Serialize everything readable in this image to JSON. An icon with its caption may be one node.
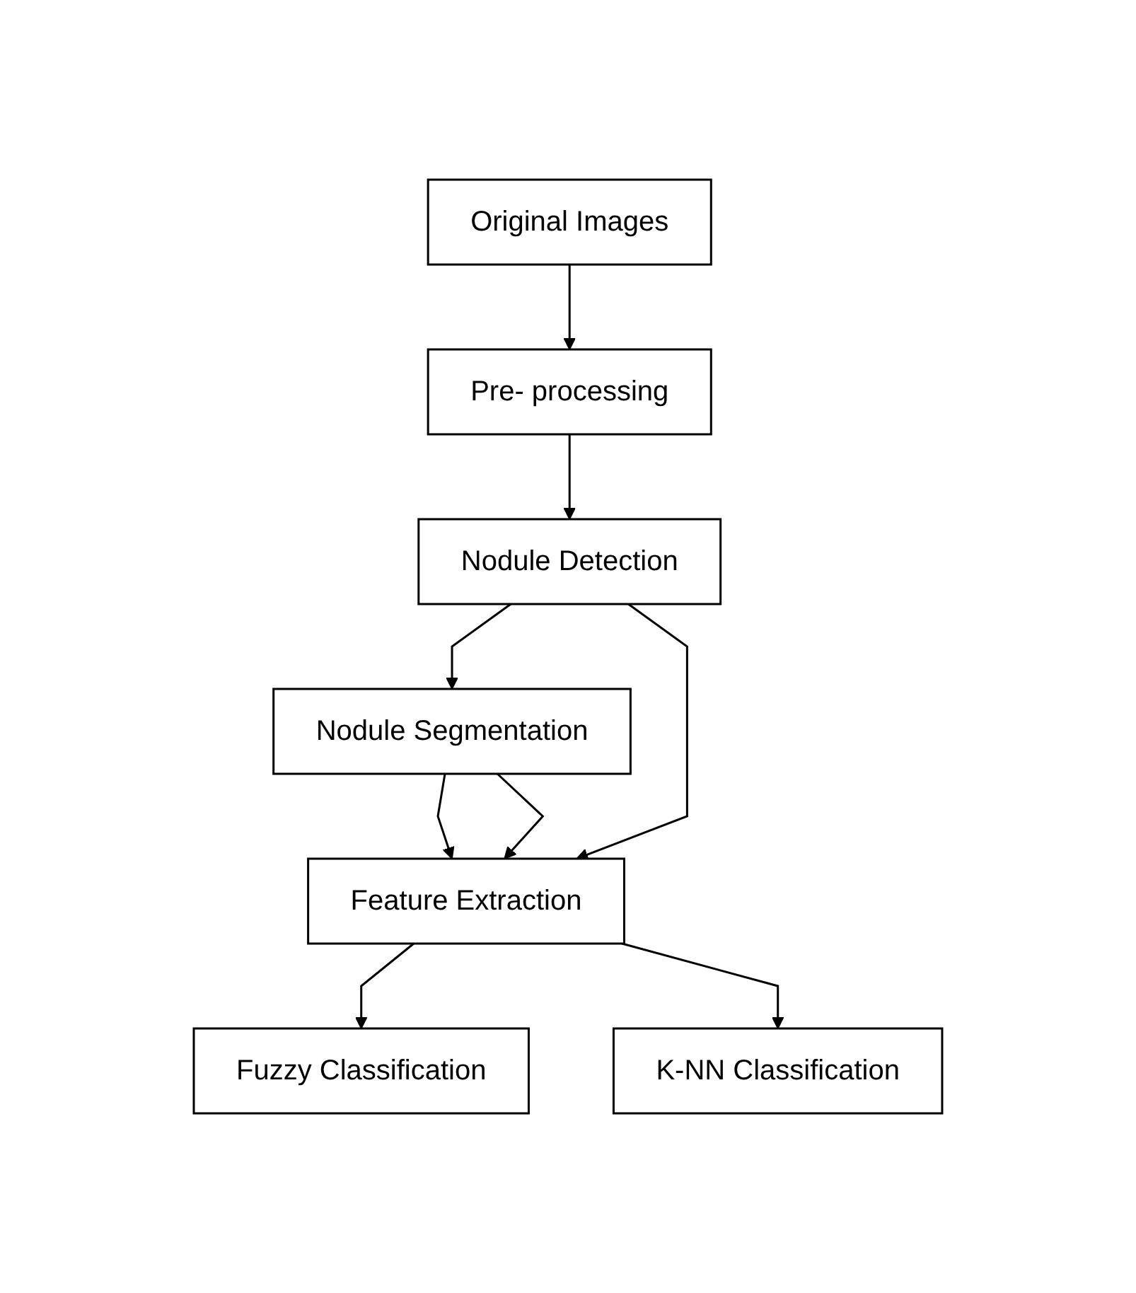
{
  "diagram": {
    "nodes": [
      {
        "text": [
          "Original Images"
        ]
      },
      {
        "text": [
          "Pre- processing"
        ]
      },
      {
        "text": [
          "Nodule Detection"
        ]
      },
      {
        "text": [
          "Nodule Segmentation"
        ]
      },
      {
        "text": [
          "Feature Extraction"
        ]
      },
      {
        "text": [
          "Fuzzy Classification"
        ]
      },
      {
        "text": [
          "K-NN Classification"
        ]
      }
    ],
    "edges": [
      {
        "from": 0,
        "to": 1,
        "arrow": "to"
      },
      {
        "from": 1,
        "to": 2,
        "arrow": "to"
      },
      {
        "from": 2,
        "to": 3,
        "arrow": "to"
      },
      {
        "from": 3,
        "to": 4,
        "arrow": "to"
      },
      {
        "from": 3,
        "to": 4,
        "arrow": "to"
      },
      {
        "from": 2,
        "to": 4,
        "arrow": "to"
      },
      {
        "from": 4,
        "to": 5,
        "arrow": "to"
      },
      {
        "from": 4,
        "to": 6,
        "arrow": "to"
      }
    ]
  }
}
